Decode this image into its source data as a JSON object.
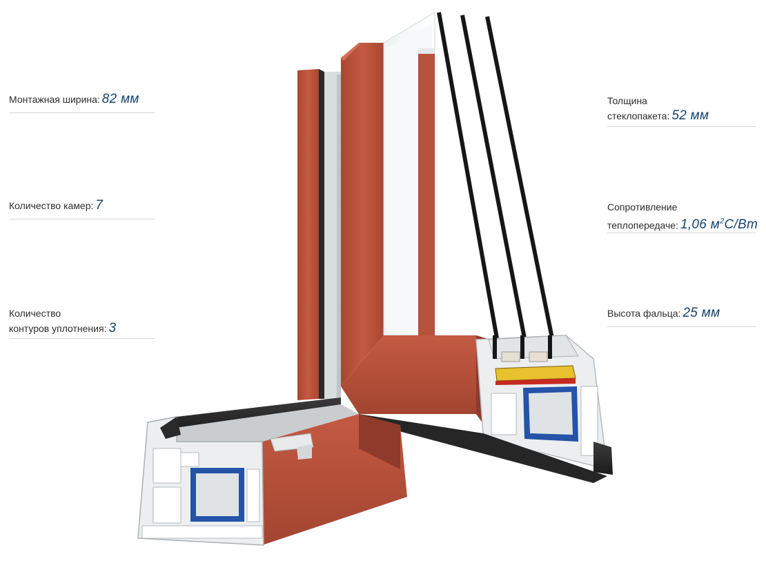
{
  "specs_left": [
    {
      "label": "Монтажная ширина:",
      "value": "82 мм"
    },
    {
      "label": "Количество камер:",
      "value": "7"
    },
    {
      "label_line1": "Количество",
      "label_line2": "контуров уплотнения:",
      "value": "3"
    }
  ],
  "specs_right": [
    {
      "label_line1": "Толщина",
      "label_line2": "стеклопакета:",
      "value": "52 мм"
    },
    {
      "label_line1": "Сопротивление",
      "label_line2": "теплопередаче:",
      "value_main": "1,06 м",
      "value_sup": "2",
      "value_tail": "С/Вт"
    },
    {
      "label": "Высота фальца:",
      "value": "25 мм"
    }
  ],
  "illustration": {
    "icon": "window-profile-cross-section",
    "colors": {
      "frame_decor": "#b8523d",
      "frame_decor_dark": "#8f3a2a",
      "pvc": "#eceeef",
      "pvc_shadow": "#c9cdd0",
      "steel": "#2453a8",
      "seal": "#2a2a2a",
      "glass_spacer": "#e7c12e",
      "accent_value": "#14426f"
    }
  }
}
